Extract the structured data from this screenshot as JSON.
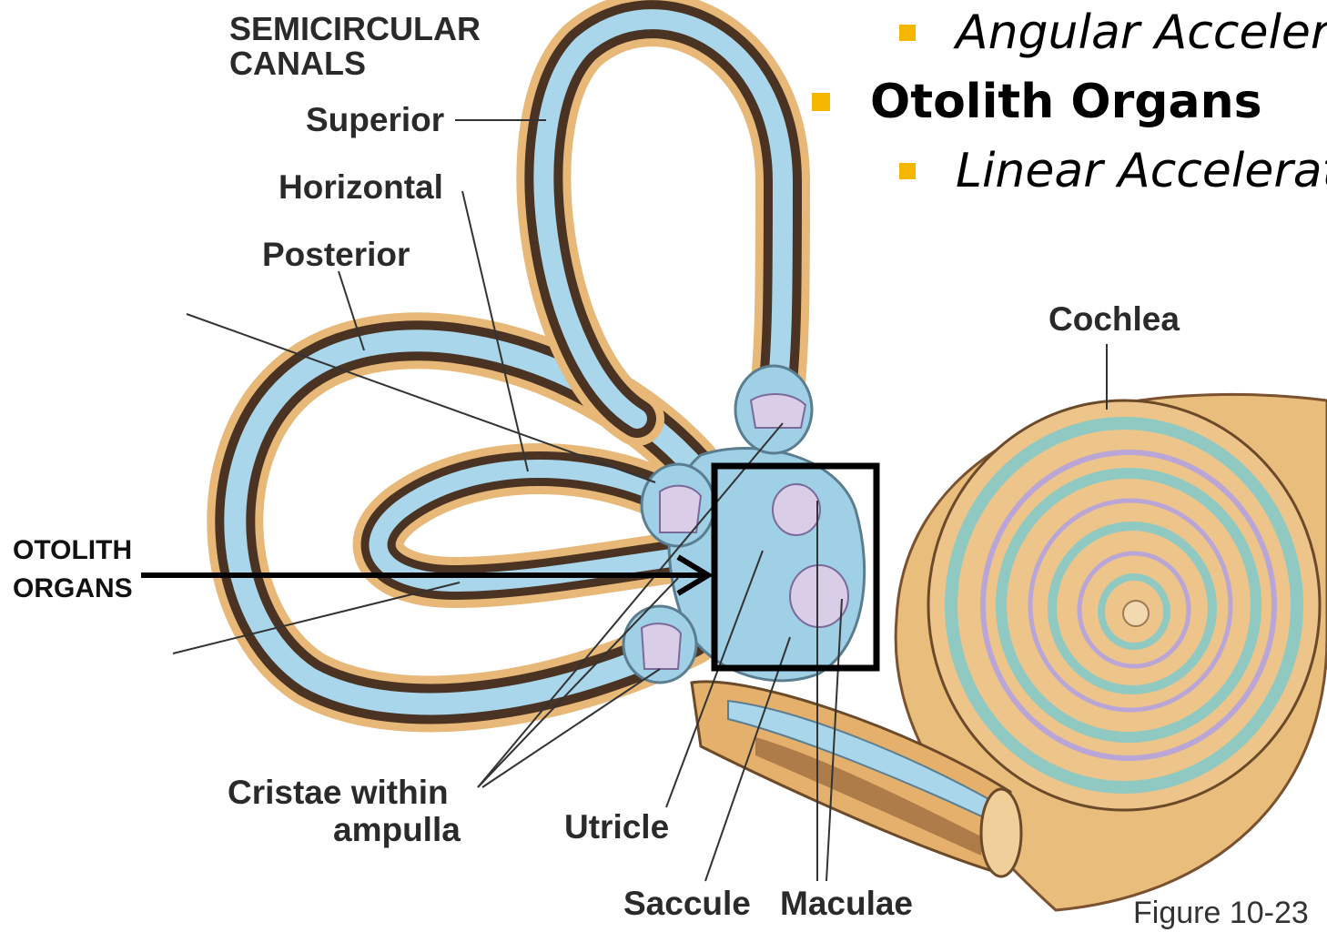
{
  "labels": {
    "semicircular_line1": "SEMICIRCULAR",
    "semicircular_line2": "CANALS",
    "superior": "Superior",
    "horizontal": "Horizontal",
    "posterior": "Posterior",
    "cochlea": "Cochlea",
    "cristae_line1": "Cristae  within",
    "cristae_line2": "ampulla",
    "utricle": "Utricle",
    "saccule": "Saccule",
    "maculae": "Maculae",
    "figure": "Figure 10-23"
  },
  "otolith_callout": {
    "line1": "OTOLITH",
    "line2": "ORGANS"
  },
  "bullets": [
    {
      "text": "Angular Acceleration",
      "level": 2,
      "style": "italic"
    },
    {
      "text": "Otolith Organs",
      "level": 1,
      "style": "bold"
    },
    {
      "text": "Linear Acceleration",
      "level": 2,
      "style": "italic"
    }
  ],
  "colors": {
    "bullet_square": "#f5b700",
    "fluid_blue": "#a9d6ea",
    "tan": "#e7b877",
    "dark_wall": "#4a3322",
    "highlight_box": "#000000"
  }
}
